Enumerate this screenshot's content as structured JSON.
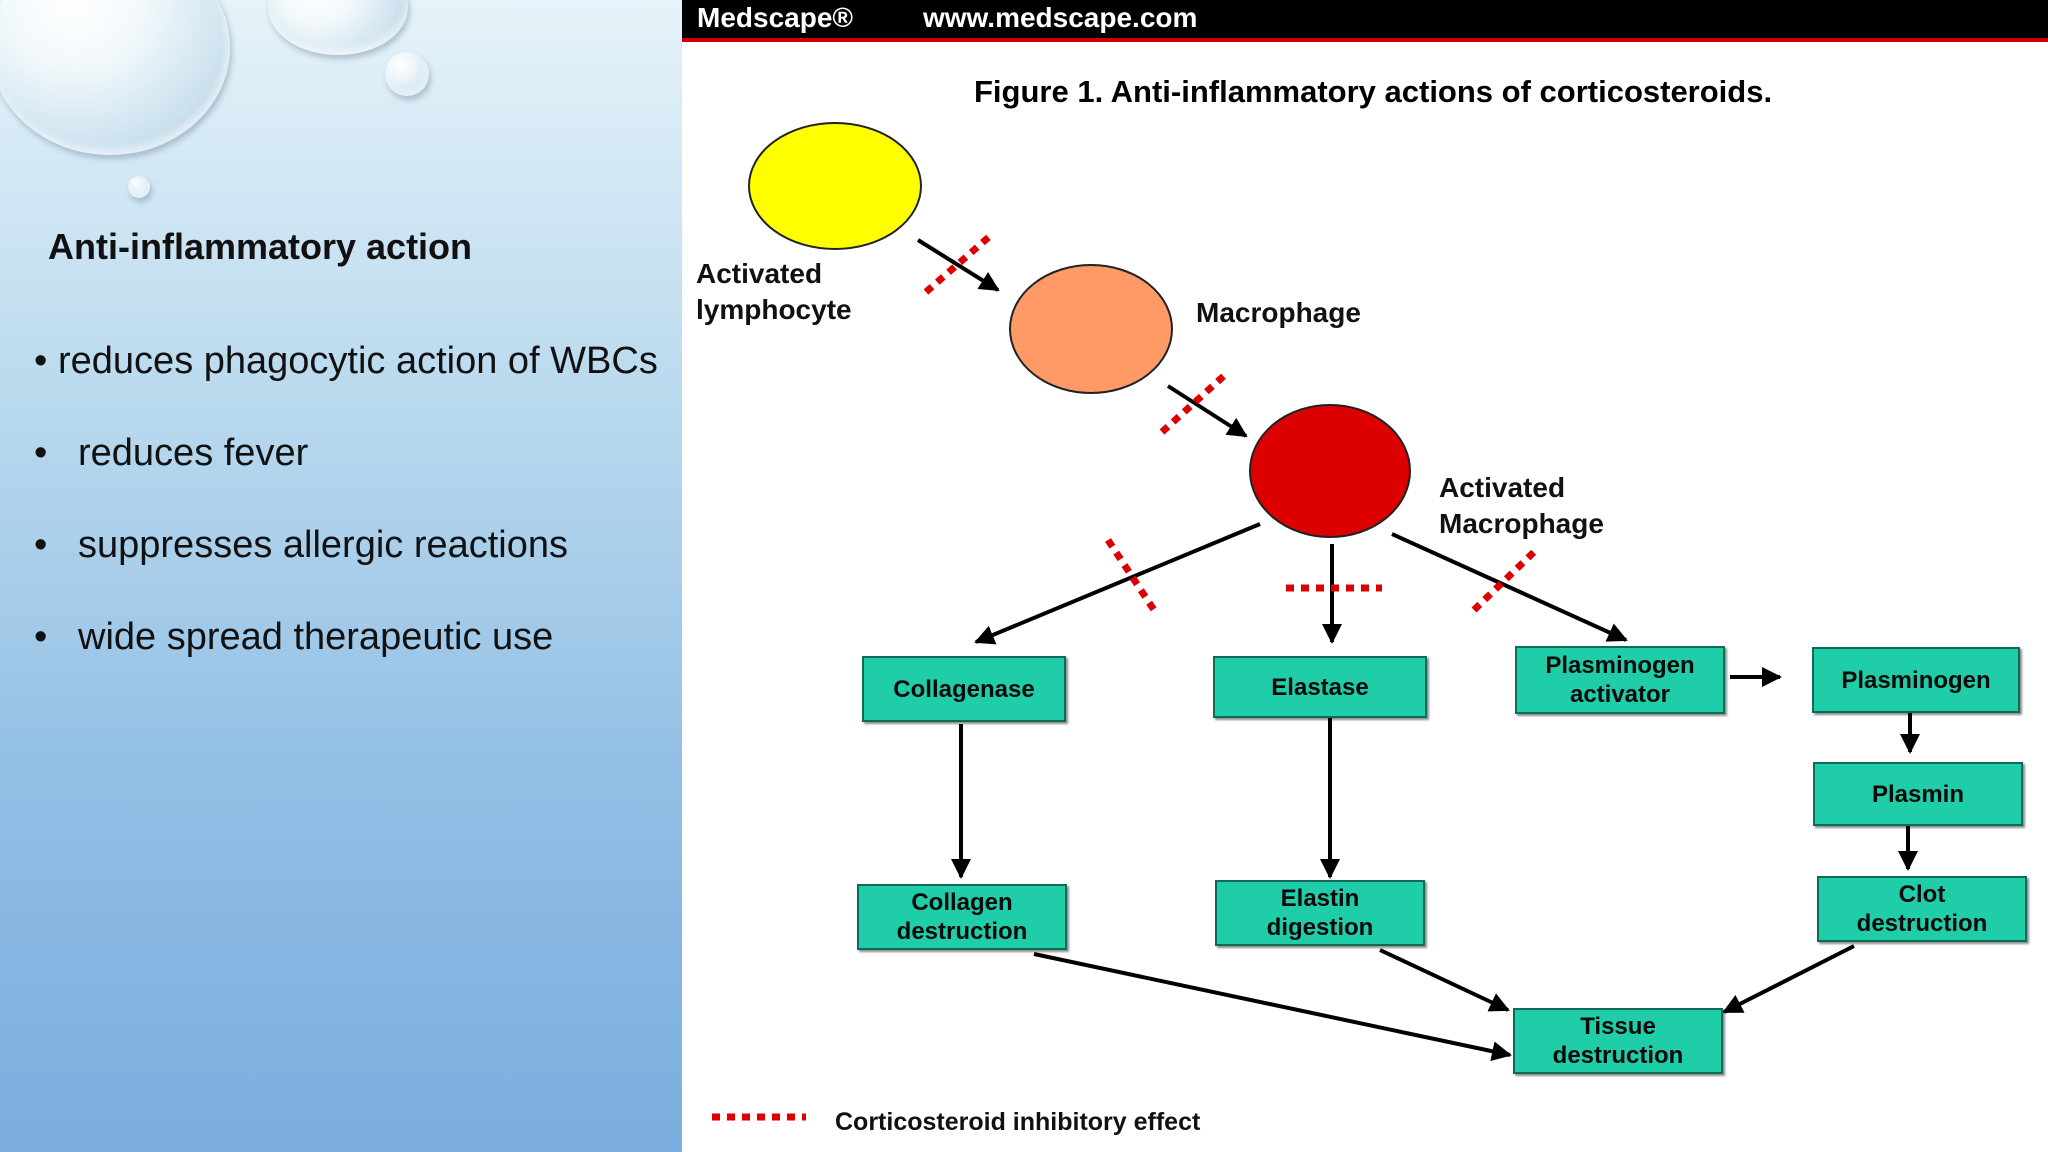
{
  "slide": {
    "heading": "Anti-inflammatory action",
    "bullets": [
      "reduces phagocytic action of WBCs",
      "reduces fever",
      "suppresses allergic reactions",
      "wide spread therapeutic use"
    ],
    "bullet_glyph": "•"
  },
  "figure": {
    "brand": "Medscape®",
    "url": "www.medscape.com",
    "title": "Figure 1. Anti-inflammatory actions of corticosteroids.",
    "cells": {
      "activated_lymphocyte": {
        "label_line1": "Activated",
        "label_line2": "lymphocyte",
        "color": "#ffff00"
      },
      "macrophage": {
        "label": "Macrophage",
        "color": "#ff9966"
      },
      "activated_macrophage": {
        "label_line1": "Activated",
        "label_line2": "Macrophage",
        "color": "#dd0000"
      }
    },
    "boxes": {
      "collagenase": "Collagenase",
      "elastase": "Elastase",
      "plasminogen_activator_1": "Plasminogen",
      "plasminogen_activator_2": "activator",
      "plasminogen": "Plasminogen",
      "plasmin": "Plasmin",
      "collagen_destruction_1": "Collagen",
      "collagen_destruction_2": "destruction",
      "elastin_digestion_1": "Elastin",
      "elastin_digestion_2": "digestion",
      "clot_destruction_1": "Clot",
      "clot_destruction_2": "destruction",
      "tissue_destruction_1": "Tissue",
      "tissue_destruction_2": "destruction"
    },
    "box_color": "#1fcda8",
    "inhibitor_color": "#dd0000",
    "legend": "Corticosteroid inhibitory effect"
  }
}
